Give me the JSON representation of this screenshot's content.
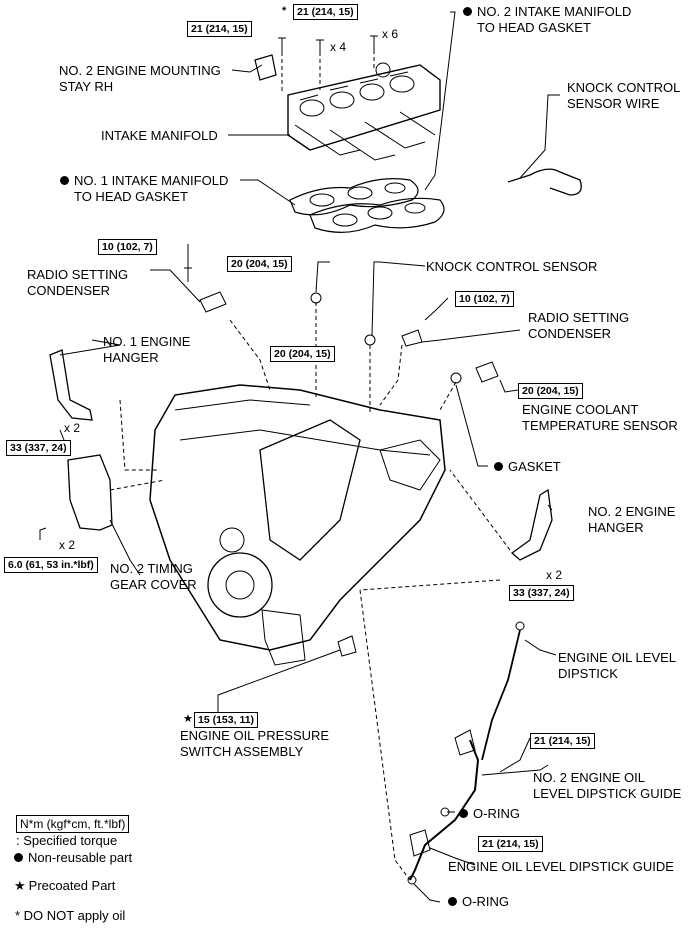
{
  "labels": {
    "no2_intake_gasket": [
      "NO. 2 INTAKE MANIFOLD",
      "TO HEAD GASKET"
    ],
    "no2_mount_stay": [
      "NO. 2 ENGINE MOUNTING",
      "STAY RH"
    ],
    "knock_wire": [
      "KNOCK CONTROL",
      "SENSOR WIRE"
    ],
    "intake_manifold": "INTAKE MANIFOLD",
    "no1_intake_gasket": [
      "NO. 1 INTAKE MANIFOLD",
      "TO HEAD GASKET"
    ],
    "knock_sensor": "KNOCK CONTROL SENSOR",
    "radio_condenser_left": [
      "RADIO SETTING",
      "CONDENSER"
    ],
    "radio_condenser_right": [
      "RADIO SETTING",
      "CONDENSER"
    ],
    "no1_hanger": [
      "NO. 1 ENGINE",
      "HANGER"
    ],
    "coolant_sensor": [
      "ENGINE COOLANT",
      "TEMPERATURE SENSOR"
    ],
    "gasket": "GASKET",
    "no2_timing_cover": [
      "NO. 2 TIMING",
      "GEAR COVER"
    ],
    "no2_hanger": [
      "NO. 2 ENGINE",
      "HANGER"
    ],
    "oil_dipstick": [
      "ENGINE OIL LEVEL",
      "DIPSTICK"
    ],
    "oil_pressure_switch": [
      "ENGINE OIL PRESSURE",
      "SWITCH ASSEMBLY"
    ],
    "no2_dipstick_guide": [
      "NO. 2 ENGINE OIL",
      "LEVEL DIPSTICK GUIDE"
    ],
    "oring_upper": "O-RING",
    "dipstick_guide": "ENGINE OIL LEVEL DIPSTICK GUIDE",
    "oring_lower": "O-RING"
  },
  "torques": {
    "t_top_star": "21 (214, 15)",
    "t_top_left": "21 (214, 15)",
    "t_condenser_left": "10 (102, 7)",
    "t_knock_upper": "20 (204, 15)",
    "t_knock_lower": "20 (204, 15)",
    "t_condenser_right": "10 (102, 7)",
    "t_coolant": "20 (204, 15)",
    "t_hanger1": "33 (337, 24)",
    "t_timing_cover": "6.0 (61, 53 in.*lbf)",
    "t_hanger2": "33 (337, 24)",
    "t_oil_pressure": "15 (153, 11)",
    "t_dipstick_guide2": "21 (214, 15)",
    "t_dipstick_guide": "21 (214, 15)"
  },
  "quantities": {
    "q_x4": "x 4",
    "q_x6": "x 6",
    "q_hanger1": "x 2",
    "q_timing": "x 2",
    "q_hanger2": "x 2"
  },
  "marks": {
    "asterisk": "*",
    "star": "★"
  },
  "legend": {
    "torque_box": "N*m (kgf*cm, ft.*lbf)",
    "torque_text": ": Specified torque",
    "nonreusable": "Non-reusable part",
    "precoated": "Precoated Part",
    "no_oil": "* DO NOT apply oil"
  },
  "icons": {
    "nonreusable": "filled-circle-icon",
    "precoated": "star-icon"
  }
}
